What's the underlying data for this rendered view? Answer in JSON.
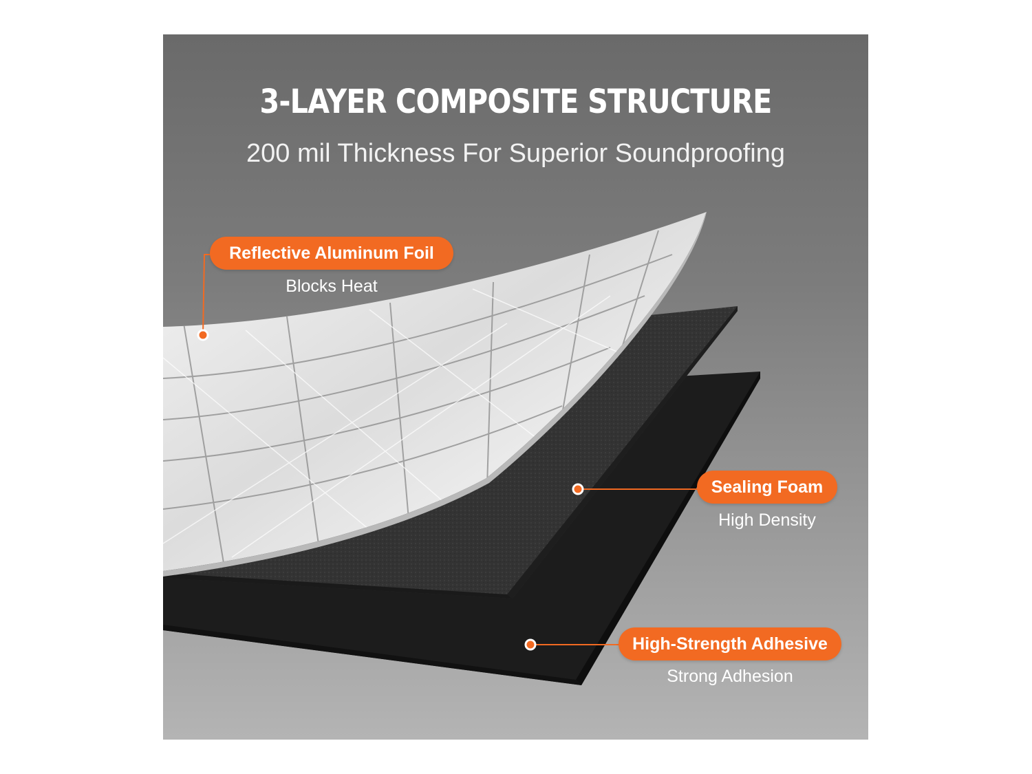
{
  "headline": "3-LAYER COMPOSITE STRUCTURE",
  "subheadline": "200 mil Thickness For Superior Soundproofing",
  "accent_color": "#f26a22",
  "layers": [
    {
      "label": "Reflective Aluminum Foil",
      "caption": "Blocks Heat"
    },
    {
      "label": "Sealing Foam",
      "caption": "High Density"
    },
    {
      "label": "High-Strength Adhesive",
      "caption": "Strong Adhesion"
    }
  ]
}
